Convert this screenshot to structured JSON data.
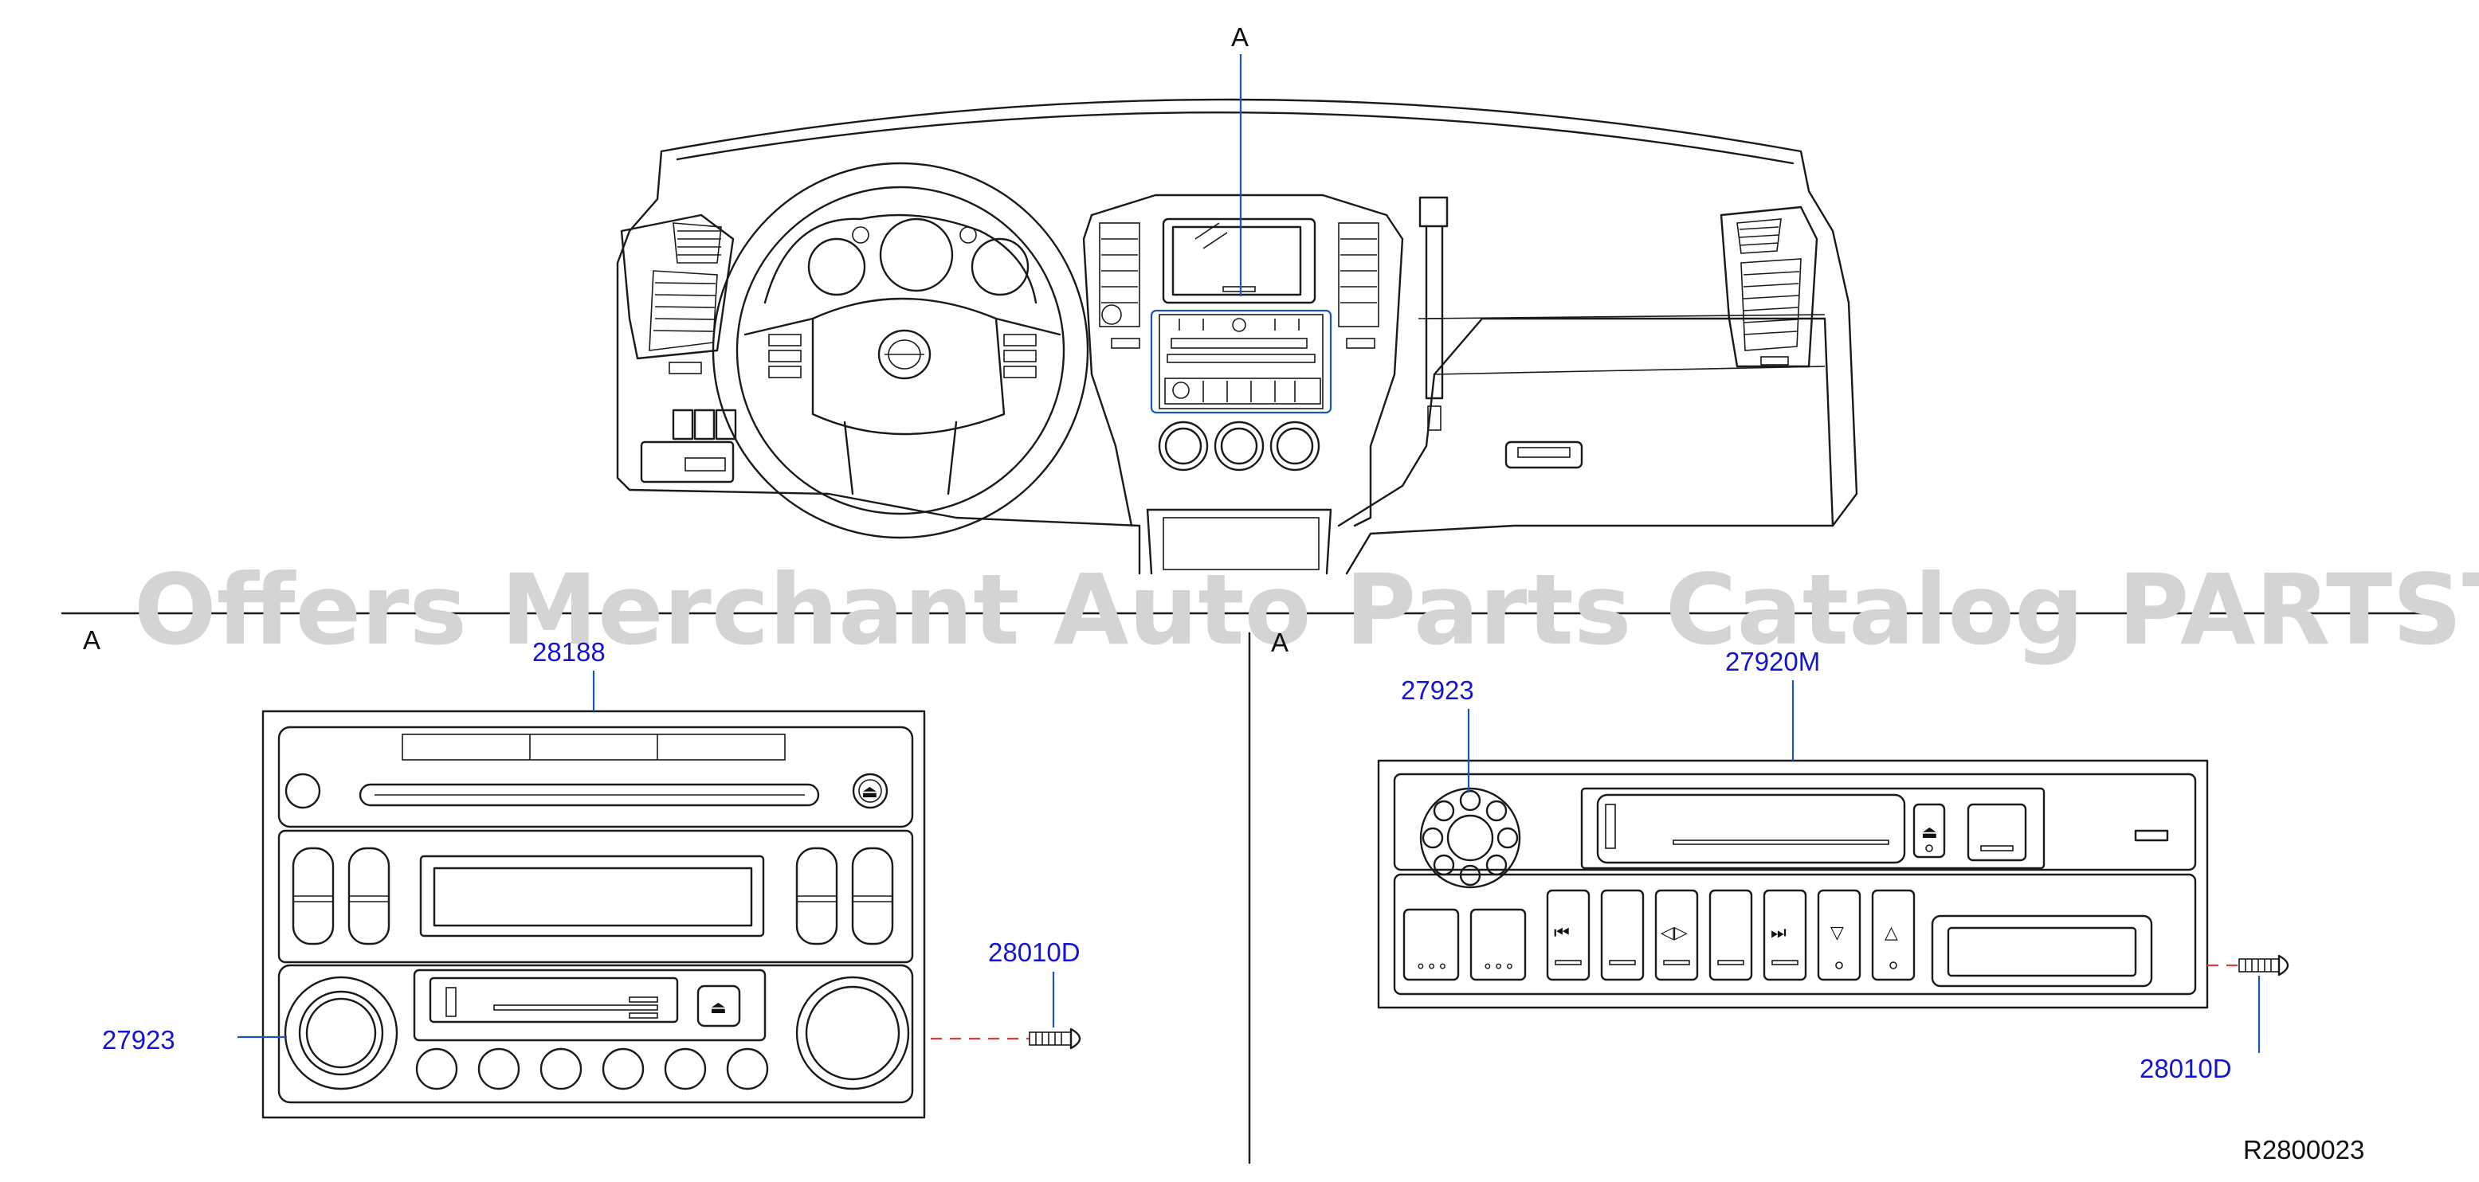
{
  "watermark": "Offers Merchant Auto Parts Catalog PARTSTORE.SA",
  "view_labels": {
    "top": "A",
    "left_panel": "A",
    "right_panel": "A"
  },
  "callouts": {
    "left": {
      "head_unit": "28188",
      "knob": "27923",
      "screw": "28010D"
    },
    "right": {
      "knob": "27923",
      "head_unit": "27920M",
      "screw": "28010D"
    }
  },
  "right_unit_button_glyphs": {
    "prev": "⏮",
    "seek": "◁▷",
    "next": "⏭",
    "down": "▽",
    "up": "△",
    "eject": "⏏",
    "preset_dots": "∘∘∘"
  },
  "drawing_code": "R2800023",
  "colors": {
    "line": "#1a1a1a",
    "callout_text": "#1515d0",
    "leader": "#1a56b8",
    "dashed_axis": "#e23b3b",
    "watermark": "#d4d4d4"
  }
}
